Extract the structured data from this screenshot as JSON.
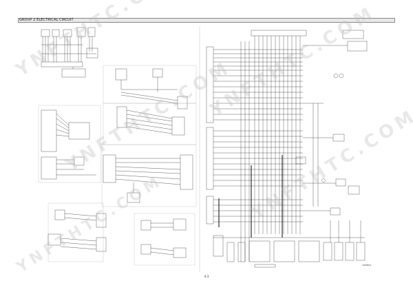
{
  "header": {
    "title": "GROUP 2  ELECTRICAL CIRCUIT"
  },
  "footer": {
    "page_number": "4-3",
    "drawing_code": "29P3ES4"
  },
  "watermark": {
    "text": "YNFTHTC.COM"
  },
  "colors": {
    "line": "#1a1a1a",
    "header_bg": "#e8e8e8",
    "watermark": "#bebebe"
  }
}
